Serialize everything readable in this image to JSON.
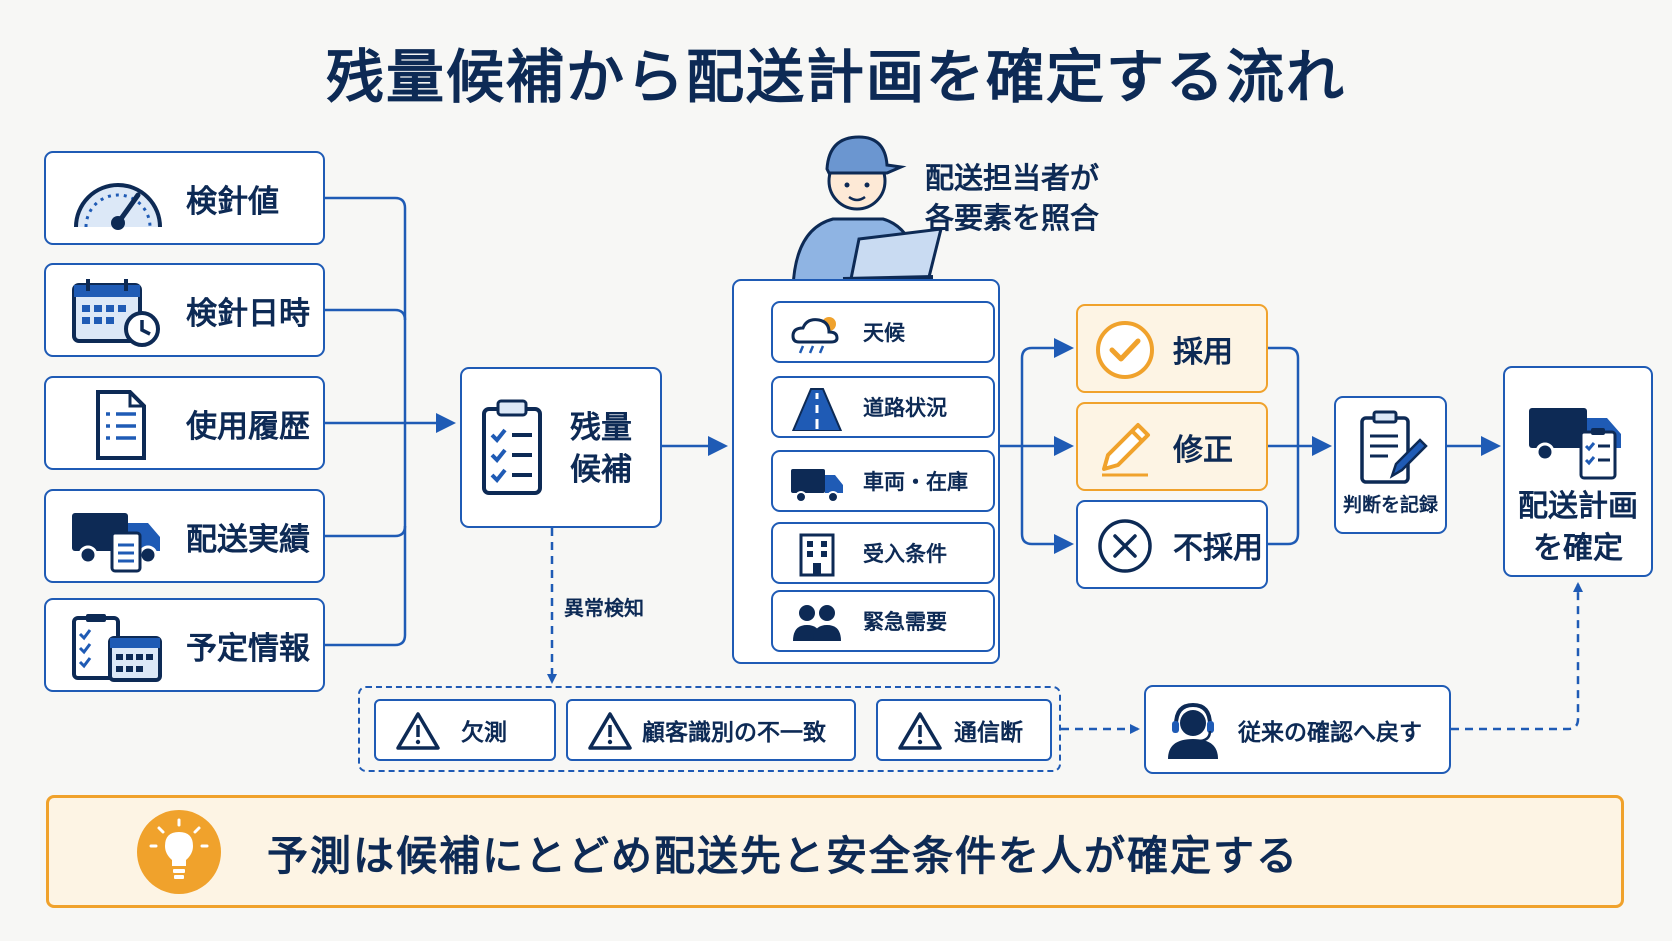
{
  "title": "残量候補から配送計画を確定する流れ",
  "inputs": [
    {
      "label": "検針値",
      "icon": "gauge-icon"
    },
    {
      "label": "検針日時",
      "icon": "calendar-clock-icon"
    },
    {
      "label": "使用履歴",
      "icon": "document-list-icon"
    },
    {
      "label": "配送実績",
      "icon": "truck-clipboard-icon"
    },
    {
      "label": "予定情報",
      "icon": "checklist-calendar-icon"
    }
  ],
  "candidate": {
    "line1": "残量",
    "line2": "候補",
    "icon": "clipboard-checklist-icon"
  },
  "staff": {
    "line1": "配送担当者が",
    "line2": "各要素を照合",
    "icon": "delivery-staff-with-laptop-icon"
  },
  "factors": [
    {
      "label": "天候",
      "icon": "weather-icon"
    },
    {
      "label": "道路状況",
      "icon": "road-icon"
    },
    {
      "label": "車両・在庫",
      "icon": "truck-icon"
    },
    {
      "label": "受入条件",
      "icon": "building-icon"
    },
    {
      "label": "緊急需要",
      "icon": "people-icon"
    }
  ],
  "decisions": [
    {
      "label": "採用",
      "icon": "check-circle-icon"
    },
    {
      "label": "修正",
      "icon": "pencil-icon"
    },
    {
      "label": "不採用",
      "icon": "x-circle-icon"
    }
  ],
  "record": {
    "label": "判断を記録",
    "icon": "clipboard-pen-icon"
  },
  "final": {
    "line1": "配送計画",
    "line2": "を確定",
    "icon": "truck-clipboard-icon"
  },
  "anomaly_detection": "異常検知",
  "anomalies": [
    {
      "label": "欠測",
      "icon": "warning-icon"
    },
    {
      "label": "顧客識別の不一致",
      "icon": "warning-icon"
    },
    {
      "label": "通信断",
      "icon": "warning-icon"
    }
  ],
  "fallback": {
    "label": "従来の確認へ戻す",
    "icon": "operator-headset-icon"
  },
  "banner": {
    "label": "予測は候補にとどめ配送先と安全条件を人が確定する",
    "icon": "lightbulb-icon"
  },
  "colors": {
    "navy": "#0d2a55",
    "blue": "#1f5bb5",
    "light_blue": "#8fb4e3",
    "orange": "#f0a22c",
    "orange_fill": "#fdf4e4"
  }
}
